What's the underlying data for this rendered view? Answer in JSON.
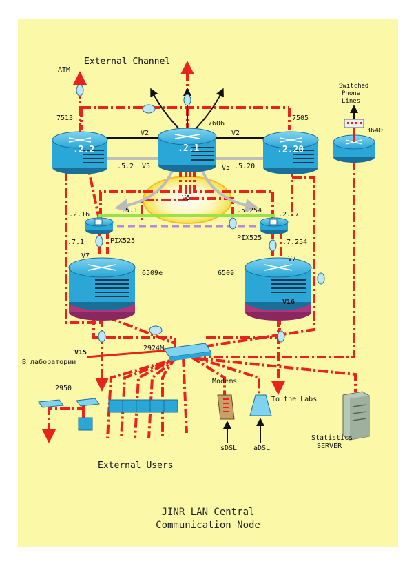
{
  "title_line1": "JINR LAN Central",
  "title_line2": "Communication Node",
  "labels": {
    "external_channel": "External Channel",
    "atm": "ATM",
    "switched_phone_lines": [
      "Switched",
      "Phone",
      "Lines"
    ],
    "r7513": "7513",
    "r7606": "7606",
    "r7505": "7505",
    "r3640": "3640",
    "addr_left_router": ".2.2",
    "addr_center_router": ".2.1",
    "addr_right_router": ".2.20",
    "v2_left": "V2",
    "v2_right": "V2",
    "v5_left": "V5",
    "v5_right": "V5",
    "v5_center": "V5",
    "a_5_2": ".5.2",
    "a_5_20": ".5.20",
    "a_2_16": ".2.16",
    "a_5_1": ".5.1",
    "a_5_254": ".5.254",
    "a_2_17": ".2.17",
    "a_7_1": ".7.1",
    "a_7_254": ".7.254",
    "pix_left": "PIX525",
    "pix_right": "PIX525",
    "v7_left": "V7",
    "v7_right": "V7",
    "s6509e": "6509e",
    "s6509": "6509",
    "v16": "V16",
    "s2924m": "2924M",
    "v15": "V15",
    "labs_ru": "В лаборатории",
    "s2950": "2950",
    "modems": "Modems",
    "to_the_labs": "To the Labs",
    "sdsl": "sDSL",
    "adsl": "aDSL",
    "statistics": "Statistics",
    "server": "SERVER",
    "external_users": "External Users"
  },
  "colors": {
    "background": "#fbf8a8",
    "link_red": "#e8231c",
    "router_blue": "#2aa7d6",
    "switch_purple": "#b0357a",
    "vlan_green": "#9be24a",
    "vlan_purple": "#b889e0",
    "halo_yellow": "#f6e04a"
  }
}
